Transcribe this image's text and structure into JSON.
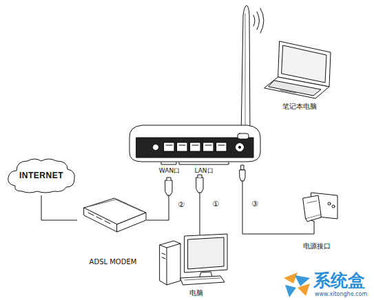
{
  "diagram": {
    "nodes": [
      {
        "text": [
          "笔记本电脑"
        ]
      },
      {
        "text": [
          "INTERNET"
        ]
      },
      {
        "text": [
          "ADSL MODEM"
        ]
      },
      {
        "text": [
          "电源接口"
        ]
      },
      {
        "text": [
          "电脑"
        ]
      }
    ],
    "edges": [
      {
        "from": 1,
        "to": 2,
        "arrow": "none"
      }
    ],
    "labels": [
      "WAN口",
      "LAN口",
      "②",
      "①",
      "③",
      "系统盒",
      "www.xitonghe.com"
    ]
  }
}
